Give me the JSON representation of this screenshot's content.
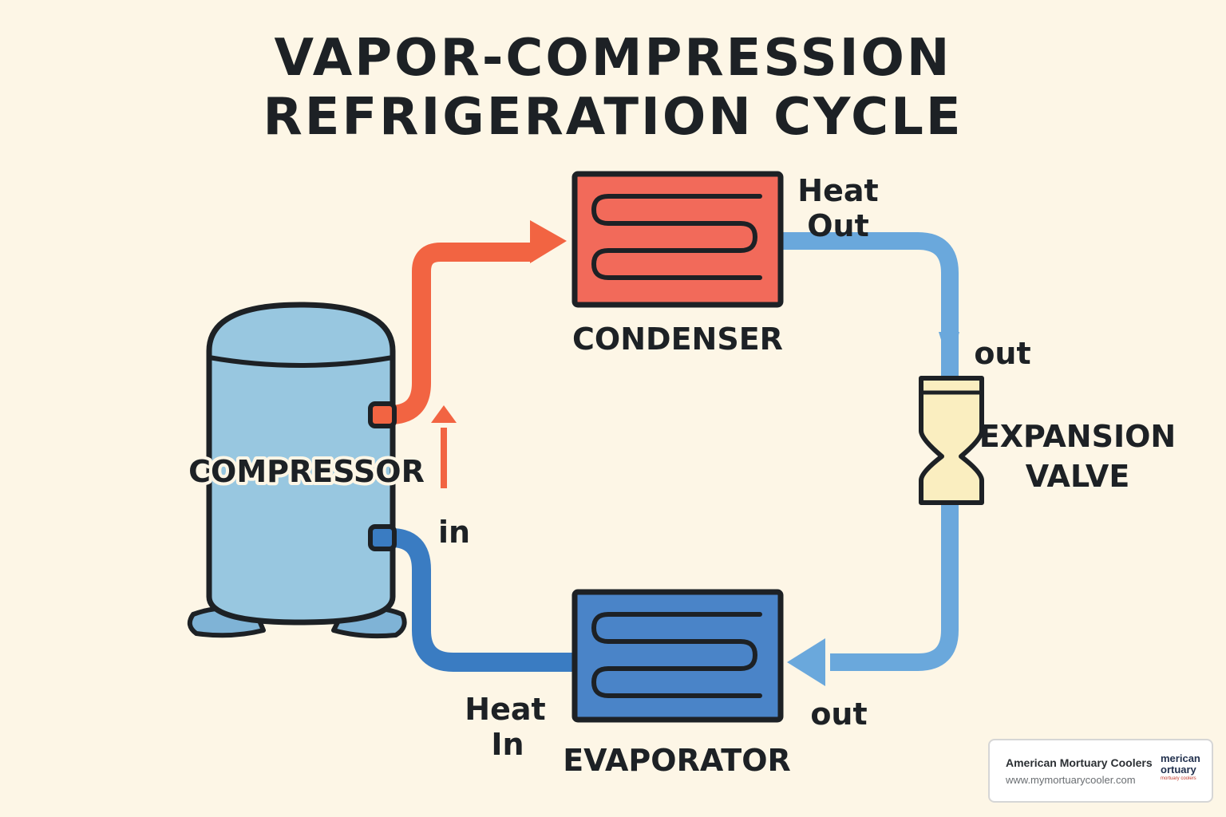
{
  "title": {
    "line1": "VAPOR-COMPRESSION",
    "line2": "REFRIGERATION CYCLE"
  },
  "components": {
    "compressor": "COMPRESSOR",
    "condenser": "CONDENSER",
    "expansion_valve_line1": "EXPANSION",
    "expansion_valve_line2": "VALVE",
    "evaporator": "EVAPORATOR"
  },
  "flow_labels": {
    "heat_out_line1": "Heat",
    "heat_out_line2": "Out",
    "condenser_out": "out",
    "compressor_in": "in",
    "heat_in_line1": "Heat",
    "heat_in_line2": "In",
    "evaporator_out": "out"
  },
  "colors": {
    "hot_line": "#f26442",
    "cold_line": "#6aa8dc",
    "suction_line": "#3a7cc2",
    "condenser_fill": "#f26a5a",
    "evaporator_fill": "#4a84c8",
    "compressor_fill": "#98c7e0",
    "valve_fill": "#faeec0",
    "outline": "#1d2125"
  },
  "badge": {
    "brand": "American Mortuary Coolers",
    "url": "www.mymortuarycooler.com",
    "logo_line1": "merican",
    "logo_line2": "ortuary",
    "logo_tagline": "mortuary coolers"
  }
}
